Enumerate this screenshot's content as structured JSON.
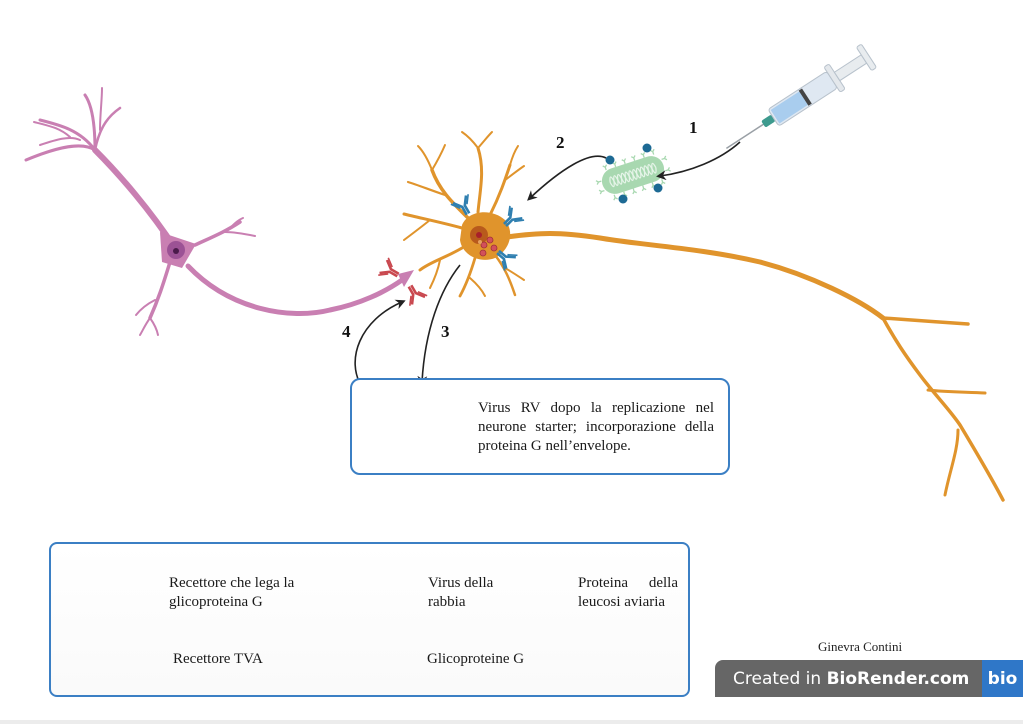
{
  "diagram": {
    "steps": [
      "1",
      "2",
      "3",
      "4"
    ],
    "info_box": {
      "text": "Virus RV dopo la replicazione nel neurone starter; incorporazione della proteina G nell’envelope."
    },
    "legend": {
      "items": [
        {
          "icon": "red-receptor-icon",
          "label": "Recettore che lega la glicoproteina G"
        },
        {
          "icon": "rabies-virus-icon",
          "label": "Virus della rabbia"
        },
        {
          "icon": "blue-dot-icon",
          "label": "Proteina della leucosi aviaria"
        },
        {
          "icon": "blue-receptor-icon",
          "label": "Recettore TVA"
        },
        {
          "icon": "red-dots-icon",
          "label": "Glicoproteine G"
        }
      ]
    },
    "author": "Ginevra Contini",
    "watermark": {
      "prefix": "Created in ",
      "brand": "BioRender.com",
      "logo": "bio"
    },
    "colors": {
      "starter_neuron": "#e0942c",
      "presynaptic_neuron": "#c97fb2",
      "receptor_g": "#c9484f",
      "receptor_tva": "#2f7fb0",
      "avian_protein": "#1d6a94",
      "virus": "#a8d8b0",
      "glycoprotein": "#c0404a",
      "box_border": "#3b7fc4"
    }
  }
}
